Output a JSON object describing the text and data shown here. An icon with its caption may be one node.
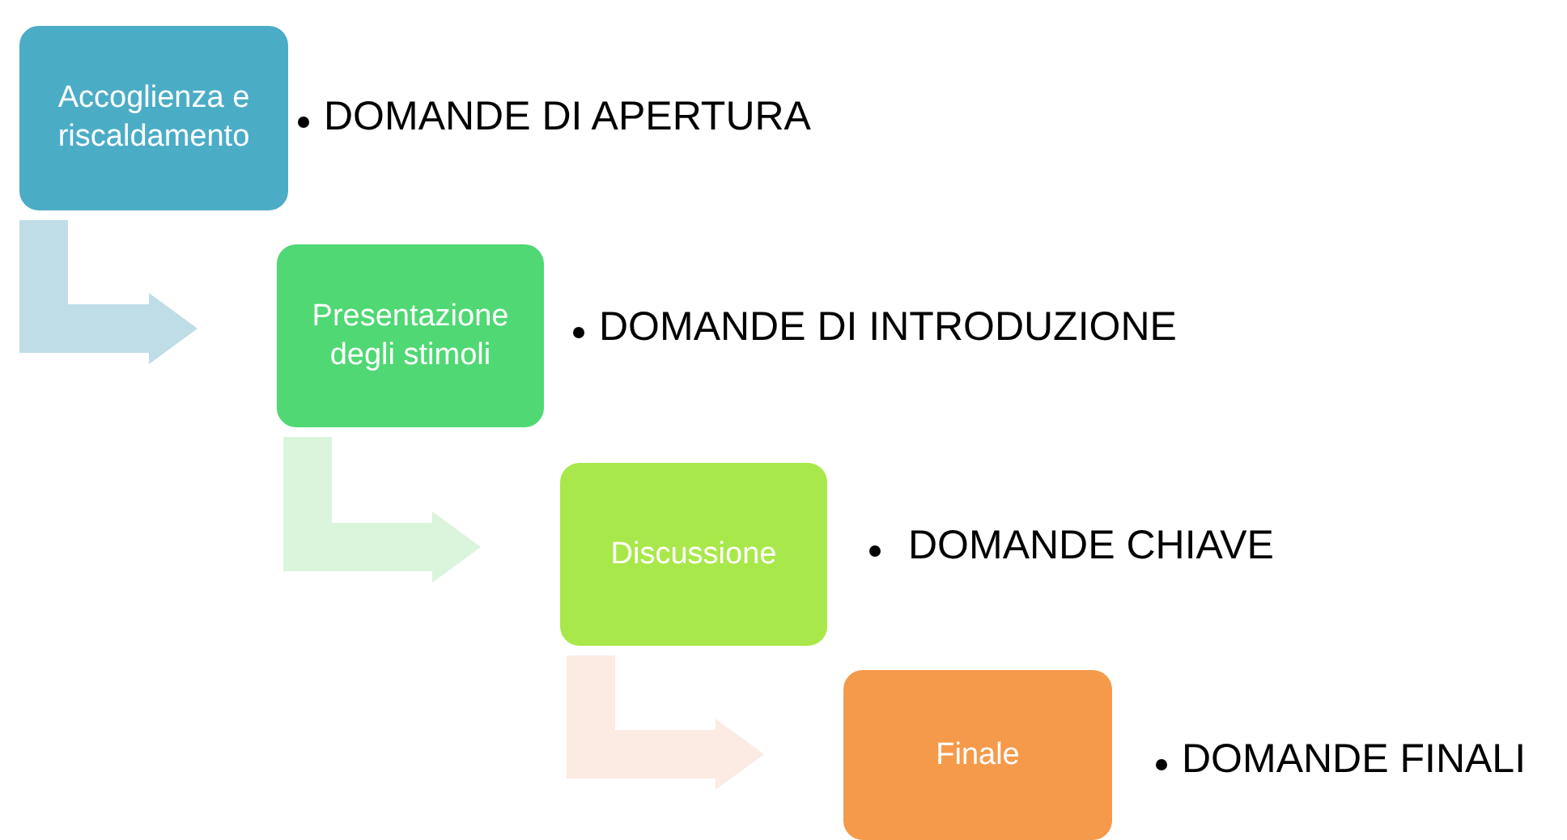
{
  "diagram": {
    "nodes": [
      {
        "text": [
          "Accoglienza e riscaldamento"
        ],
        "beside": [
          "DOMANDE DI APERTURA"
        ]
      },
      {
        "text": [
          "Presentazione degli stimoli"
        ],
        "beside": [
          "DOMANDE DI INTRODUZIONE"
        ]
      },
      {
        "text": [
          "Discussione"
        ],
        "beside": [
          "DOMANDE CHIAVE"
        ]
      },
      {
        "text": [
          "Finale"
        ],
        "beside": [
          "DOMANDE FINALI"
        ]
      }
    ],
    "edges": [
      {
        "from": 0,
        "to": 1,
        "arrow": "to",
        "color": "#bfdde7"
      },
      {
        "from": 1,
        "to": 2,
        "arrow": "to",
        "color": "#daf5dc"
      },
      {
        "from": 2,
        "to": 3,
        "arrow": "to",
        "color": "#fcebe3"
      }
    ]
  }
}
